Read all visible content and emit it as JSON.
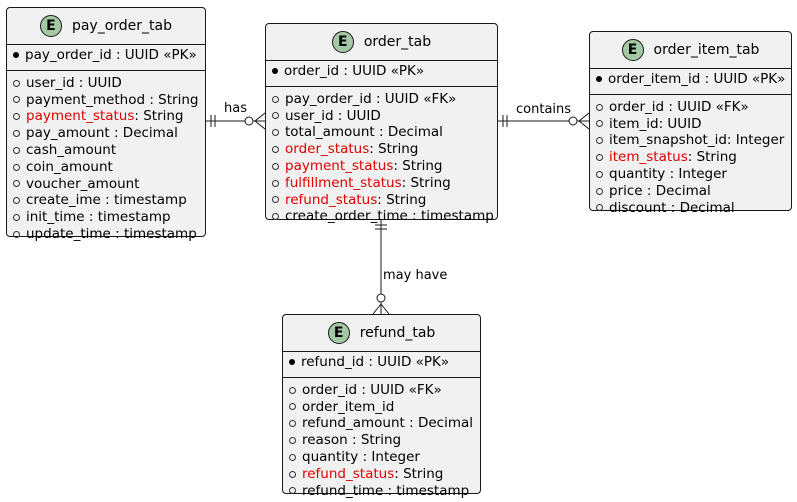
{
  "entities": {
    "pay_order_tab": {
      "title": "pay_order_tab",
      "badge": "E",
      "pk": {
        "name": "pay_order_id",
        "type": " : UUID «PK»"
      },
      "attrs": [
        {
          "name": "user_id",
          "type": " : UUID",
          "highlight": false
        },
        {
          "name": "payment_method",
          "type": " : String",
          "highlight": false
        },
        {
          "name": "payment_status",
          "type": ": String",
          "highlight": true
        },
        {
          "name": "pay_amount",
          "type": " : Decimal",
          "highlight": false
        },
        {
          "name": "cash_amount",
          "type": "",
          "highlight": false
        },
        {
          "name": "coin_amount",
          "type": "",
          "highlight": false
        },
        {
          "name": "voucher_amount",
          "type": "",
          "highlight": false
        },
        {
          "name": "create_ime",
          "type": " : timestamp",
          "highlight": false
        },
        {
          "name": "init_time",
          "type": " : timestamp",
          "highlight": false
        },
        {
          "name": "update_time",
          "type": " : timestamp",
          "highlight": false
        }
      ]
    },
    "order_tab": {
      "title": "order_tab",
      "badge": "E",
      "pk": {
        "name": "order_id",
        "type": " : UUID «PK»"
      },
      "attrs": [
        {
          "name": "pay_order_id",
          "type": " : UUID «FK»",
          "highlight": false
        },
        {
          "name": "user_id",
          "type": " : UUID",
          "highlight": false
        },
        {
          "name": "total_amount",
          "type": " : Decimal",
          "highlight": false
        },
        {
          "name": "order_status",
          "type": ": String",
          "highlight": true
        },
        {
          "name": "payment_status",
          "type": ": String",
          "highlight": true
        },
        {
          "name": "fulfillment_status",
          "type": ": String",
          "highlight": true
        },
        {
          "name": "refund_status",
          "type": ": String",
          "highlight": true
        },
        {
          "name": "create_order_time",
          "type": " : timestamp",
          "highlight": false
        }
      ]
    },
    "order_item_tab": {
      "title": "order_item_tab",
      "badge": "E",
      "pk": {
        "name": "order_item_id",
        "type": " : UUID «PK»"
      },
      "attrs": [
        {
          "name": "order_id",
          "type": " : UUID «FK»",
          "highlight": false
        },
        {
          "name": "item_id",
          "type": ": UUID",
          "highlight": false
        },
        {
          "name": "item_snapshot_id",
          "type": ": Integer",
          "highlight": false
        },
        {
          "name": "item_status",
          "type": ": String",
          "highlight": true
        },
        {
          "name": "quantity",
          "type": " : Integer",
          "highlight": false
        },
        {
          "name": "price",
          "type": " : Decimal",
          "highlight": false
        },
        {
          "name": "discount",
          "type": " : Decimal",
          "highlight": false
        }
      ]
    },
    "refund_tab": {
      "title": "refund_tab",
      "badge": "E",
      "pk": {
        "name": "refund_id",
        "type": " : UUID «PK»"
      },
      "attrs": [
        {
          "name": "order_id",
          "type": " : UUID «FK»",
          "highlight": false
        },
        {
          "name": "order_item_id",
          "type": "",
          "highlight": false
        },
        {
          "name": "refund_amount",
          "type": " : Decimal",
          "highlight": false
        },
        {
          "name": "reason",
          "type": " : String",
          "highlight": false
        },
        {
          "name": "quantity",
          "type": " : Integer",
          "highlight": false
        },
        {
          "name": "refund_status",
          "type": ": String",
          "highlight": true
        },
        {
          "name": "refund_time",
          "type": " : timestamp",
          "highlight": false
        }
      ]
    }
  },
  "relations": {
    "has": "has",
    "contains": "contains",
    "may_have": "may have"
  },
  "colors": {
    "entity_bg": "#f1f1f1",
    "badge_bg": "#a4c8a4",
    "highlight": "#e00000",
    "line": "#181818"
  }
}
